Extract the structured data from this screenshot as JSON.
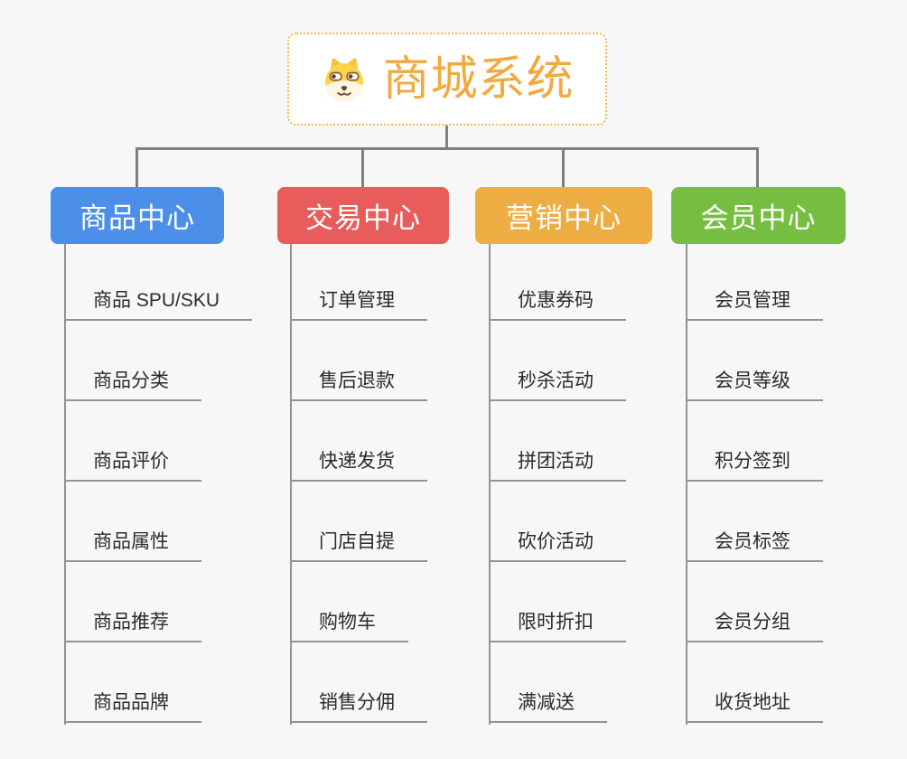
{
  "root": {
    "title": "商城系统",
    "icon": "dog-face-icon",
    "title_color": "#F2A93E",
    "border_color": "#F6B94D"
  },
  "connector_color": "#7F7F7F",
  "subline_color": "#939393",
  "branches": [
    {
      "label": "商品中心",
      "color": "#4C8FE8",
      "items": [
        "商品 SPU/SKU",
        "商品分类",
        "商品评价",
        "商品属性",
        "商品推荐",
        "商品品牌"
      ]
    },
    {
      "label": "交易中心",
      "color": "#E95C5C",
      "items": [
        "订单管理",
        "售后退款",
        "快递发货",
        "门店自提",
        "购物车",
        "销售分佣"
      ]
    },
    {
      "label": "营销中心",
      "color": "#EDAD42",
      "items": [
        "优惠券码",
        "秒杀活动",
        "拼团活动",
        "砍价活动",
        "限时折扣",
        "满减送"
      ]
    },
    {
      "label": "会员中心",
      "color": "#76BE41",
      "items": [
        "会员管理",
        "会员等级",
        "积分签到",
        "会员标签",
        "会员分组",
        "收货地址"
      ]
    }
  ]
}
